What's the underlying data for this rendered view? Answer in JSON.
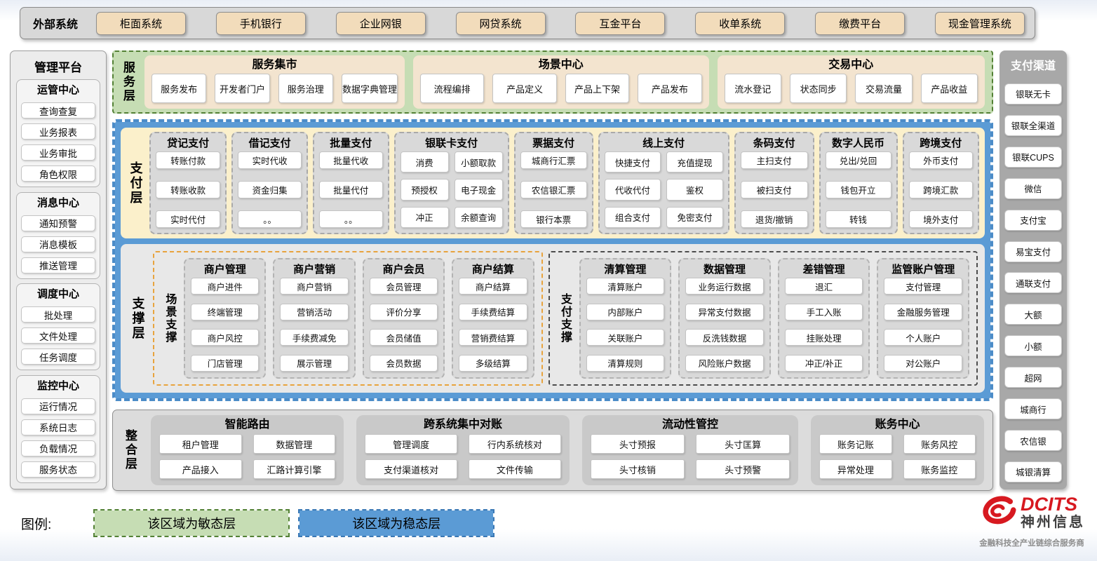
{
  "external": {
    "title": "外部系统",
    "systems": [
      "柜面系统",
      "手机银行",
      "企业网银",
      "网贷系统",
      "互金平台",
      "收单系统",
      "缴费平台",
      "现金管理系统"
    ]
  },
  "management": {
    "title": "管理平台",
    "groups": [
      {
        "title": "运管中心",
        "items": [
          "查询查复",
          "业务报表",
          "业务审批",
          "角色权限"
        ]
      },
      {
        "title": "消息中心",
        "items": [
          "通知预警",
          "消息模板",
          "推送管理"
        ]
      },
      {
        "title": "调度中心",
        "items": [
          "批处理",
          "文件处理",
          "任务调度"
        ]
      },
      {
        "title": "监控中心",
        "items": [
          "运行情况",
          "系统日志",
          "负载情况",
          "服务状态"
        ]
      }
    ]
  },
  "service_layer": {
    "label": "服务层",
    "groups": [
      {
        "title": "服务集市",
        "items": [
          "服务发布",
          "开发者门户",
          "服务治理",
          "数据字典管理"
        ]
      },
      {
        "title": "场景中心",
        "items": [
          "流程编排",
          "产品定义",
          "产品上下架",
          "产品发布"
        ]
      },
      {
        "title": "交易中心",
        "items": [
          "流水登记",
          "状态同步",
          "交易流量",
          "产品收益"
        ]
      }
    ]
  },
  "payment_layer": {
    "label": "支付层",
    "columns": [
      {
        "title": "贷记支付",
        "items": [
          "转账付款",
          "转账收款",
          "实时代付"
        ]
      },
      {
        "title": "借记支付",
        "items": [
          "实时代收",
          "资金归集",
          "。。"
        ]
      },
      {
        "title": "批量支付",
        "items": [
          "批量代收",
          "批量代付",
          "。。"
        ]
      },
      {
        "title": "银联卡支付",
        "items": [
          "消费",
          "小额取款",
          "预授权",
          "电子现金",
          "冲正",
          "余额查询"
        ]
      },
      {
        "title": "票据支付",
        "items": [
          "城商行汇票",
          "农信银汇票",
          "银行本票"
        ]
      },
      {
        "title": "线上支付",
        "items": [
          "快捷支付",
          "充值提现",
          "代收代付",
          "鉴权",
          "组合支付",
          "免密支付"
        ]
      },
      {
        "title": "条码支付",
        "items": [
          "主扫支付",
          "被扫支付",
          "退货/撤销"
        ]
      },
      {
        "title": "数字人民币",
        "items": [
          "兑出/兑回",
          "钱包开立",
          "转钱"
        ]
      },
      {
        "title": "跨境支付",
        "items": [
          "外币支付",
          "跨境汇款",
          "境外支付"
        ]
      }
    ]
  },
  "support_layer": {
    "label": "支撑层",
    "scene_support": {
      "label": "场景支撑",
      "columns": [
        {
          "title": "商户管理",
          "items": [
            "商户进件",
            "终端管理",
            "商户风控",
            "门店管理"
          ]
        },
        {
          "title": "商户营销",
          "items": [
            "商户营销",
            "营销活动",
            "手续费减免",
            "展示管理"
          ]
        },
        {
          "title": "商户会员",
          "items": [
            "会员管理",
            "评价分享",
            "会员储值",
            "会员数据"
          ]
        },
        {
          "title": "商户结算",
          "items": [
            "商户结算",
            "手续费结算",
            "营销费结算",
            "多级结算"
          ]
        }
      ]
    },
    "payment_support": {
      "label": "支付支撑",
      "columns": [
        {
          "title": "清算管理",
          "items": [
            "清算账户",
            "内部账户",
            "关联账户",
            "清算规则"
          ]
        },
        {
          "title": "数据管理",
          "items": [
            "业务运行数据",
            "异常支付数据",
            "反洗钱数据",
            "风险账户数据"
          ]
        },
        {
          "title": "差错管理",
          "items": [
            "退汇",
            "手工入账",
            "挂账处理",
            "冲正/补正"
          ]
        },
        {
          "title": "监管账户管理",
          "items": [
            "支付管理",
            "金融服务管理",
            "个人账户",
            "对公账户"
          ]
        }
      ]
    }
  },
  "integration_layer": {
    "label": "整合层",
    "groups": [
      {
        "title": "智能路由",
        "items": [
          "租户管理",
          "数据管理",
          "产品接入",
          "汇路计算引擎"
        ]
      },
      {
        "title": "跨系统集中对账",
        "items": [
          "管理调度",
          "行内系统核对",
          "支付渠道核对",
          "文件传输"
        ]
      },
      {
        "title": "流动性管控",
        "items": [
          "头寸预报",
          "头寸匡算",
          "头寸核销",
          "头寸预警"
        ]
      },
      {
        "title": "账务中心",
        "items": [
          "账务记账",
          "账务风控",
          "异常处理",
          "账务监控"
        ]
      }
    ]
  },
  "channels": {
    "title": "支付渠道",
    "items": [
      "银联无卡",
      "银联全渠道",
      "银联CUPS",
      "微信",
      "支付宝",
      "易宝支付",
      "通联支付",
      "大额",
      "小额",
      "超网",
      "城商行",
      "农信银",
      "城银清算"
    ]
  },
  "legend": {
    "label": "图例:",
    "agile": "该区域为敏态层",
    "stable": "该区域为稳态层"
  },
  "logo": {
    "brand": "DCITS",
    "company": "神州信息",
    "tagline": "金融科技全产业链综合服务商"
  },
  "colors": {
    "agile_green": "#c6ddb4",
    "stable_blue": "#5b9bd5",
    "external_tan": "#f2dcbb",
    "panel_gray": "#d9d9d9",
    "brand_red": "#d71920"
  }
}
